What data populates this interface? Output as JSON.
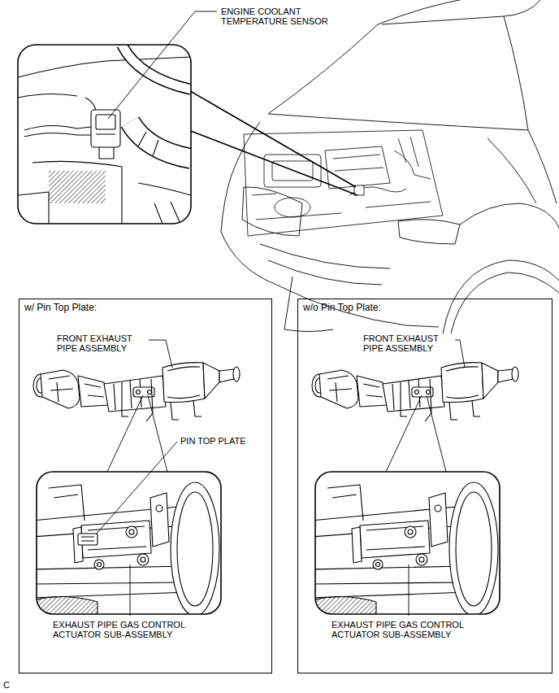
{
  "diagram": {
    "nodes": [
      {
        "text": [
          "w/ Pin Top Plate:"
        ]
      },
      {
        "text": [
          "w/o Pin Top Plate:"
        ]
      }
    ],
    "labels": [
      "ENGINE COOLANT TEMPERATURE SENSOR",
      "FRONT EXHAUST PIPE ASSEMBLY",
      "PIN TOP PLATE",
      "EXHAUST PIPE GAS CONTROL ACTUATOR SUB-ASSEMBLY",
      "FRONT EXHAUST PIPE ASSEMBLY",
      "EXHAUST PIPE GAS CONTROL ACTUATOR SUB-ASSEMBLY",
      "C"
    ]
  }
}
